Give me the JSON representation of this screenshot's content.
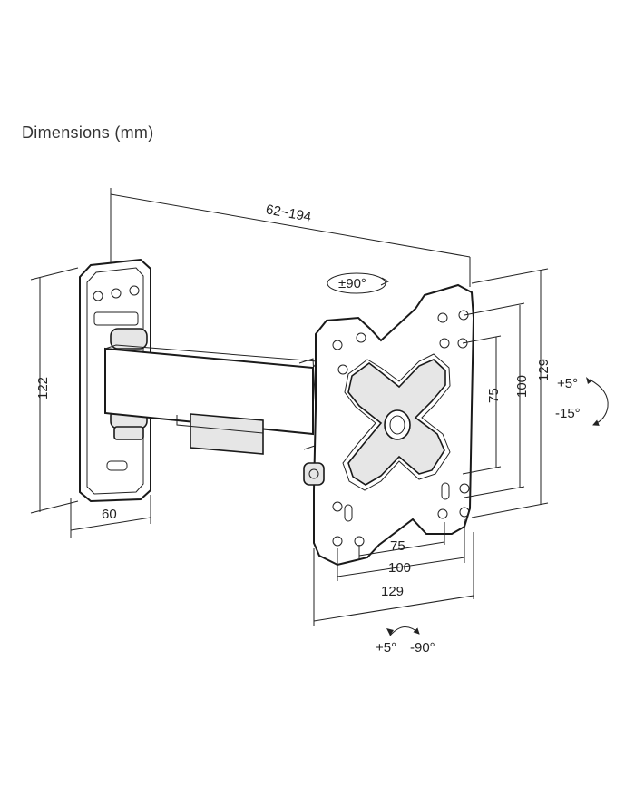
{
  "title": "Dimensions (mm)",
  "dimensions": {
    "arm_extension": "62~194",
    "wall_plate_height": "122",
    "wall_plate_width": "60",
    "vesa_h_small": "75",
    "vesa_h_mid": "100",
    "vesa_h_large": "129",
    "vesa_v_small": "75",
    "vesa_v_mid": "100",
    "vesa_v_large": "129"
  },
  "rotation": {
    "swivel": "±90°",
    "tilt_up": "+5°",
    "tilt_down": "-15°",
    "pan_plus": "+5°",
    "pan_minus": "-90°"
  }
}
